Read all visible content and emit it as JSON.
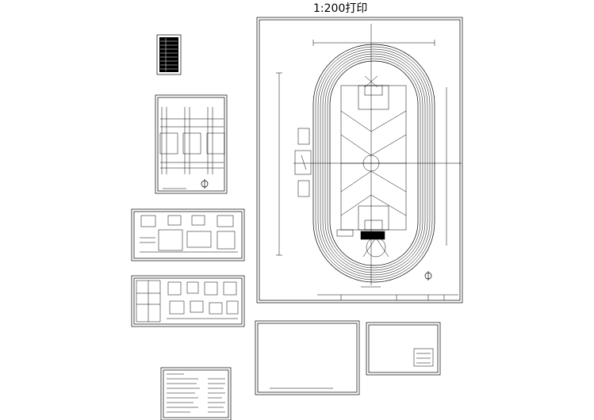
{
  "header": {
    "print_scale_label": "1:200打印"
  },
  "sheets": [
    {
      "name": "drawing-index-table-sheet"
    },
    {
      "name": "structural-detail-sheet"
    },
    {
      "name": "foundation-detail-sheet"
    },
    {
      "name": "section-detail-sheet"
    },
    {
      "name": "design-notes-sheet"
    },
    {
      "name": "stadium-plan-sheet"
    },
    {
      "name": "blank-frame-sheet-large"
    },
    {
      "name": "blank-frame-sheet-small"
    }
  ],
  "colors": {
    "line": "#000000",
    "background": "#ffffff"
  },
  "icons": [
    "north-arrow-icon",
    "center-circle-icon",
    "title-block-icon"
  ]
}
